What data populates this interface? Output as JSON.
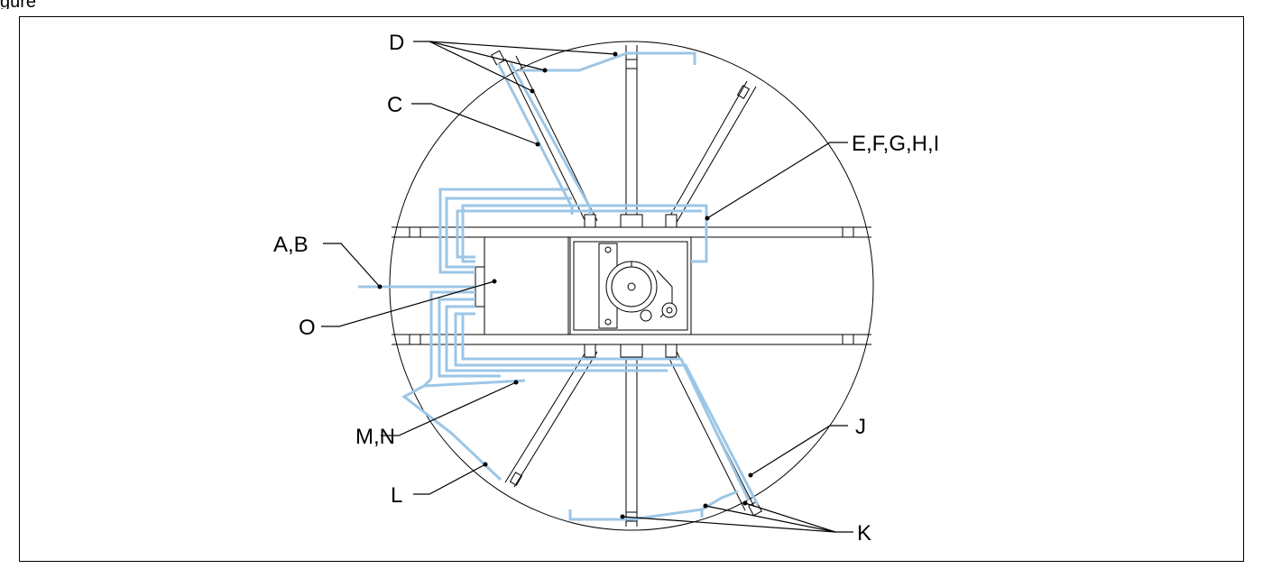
{
  "caption": "gure",
  "labels": {
    "D": "D",
    "C": "C",
    "EFGHI": "E,F,G,H,I",
    "AB": "A,B",
    "O": "O",
    "MN": "M,N",
    "L": "L",
    "J": "J",
    "K": "K"
  },
  "colors": {
    "wiring": "#9cc6e6",
    "outline": "#000000",
    "background": "#ffffff"
  }
}
